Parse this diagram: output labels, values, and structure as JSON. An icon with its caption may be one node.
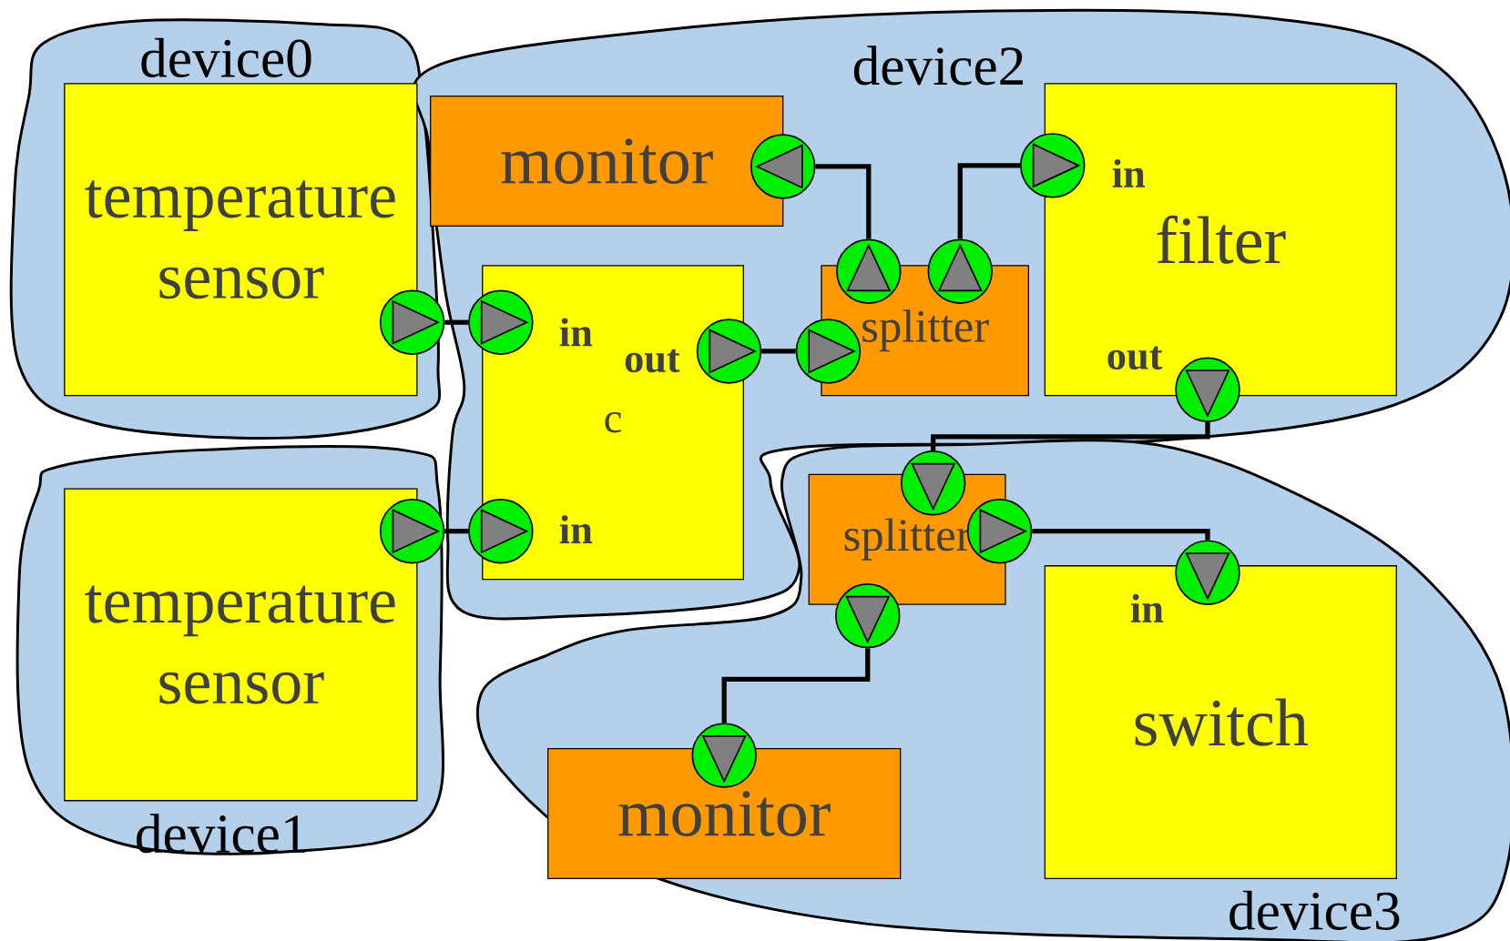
{
  "diagram": {
    "nodes": [
      {
        "text": [
          "device0"
        ]
      },
      {
        "text": [
          "temperature sensor"
        ],
        "in": 0
      },
      {
        "text": [],
        "shape": "circle",
        "in": 0
      },
      {
        "text": [
          "device2"
        ]
      },
      {
        "text": [
          "monitor"
        ],
        "in": 3
      },
      {
        "text": [],
        "shape": "circle",
        "in": 3
      },
      {
        "text": [
          "c"
        ],
        "in": 3
      },
      {
        "text": [],
        "shape": "circle",
        "in": 3
      },
      {
        "text": [],
        "shape": "circle",
        "in": 3
      },
      {
        "text": [],
        "shape": "circle",
        "in": 3
      },
      {
        "text": [
          "splitter"
        ],
        "in": 3
      },
      {
        "text": [],
        "shape": "circle",
        "in": 3
      },
      {
        "text": [],
        "shape": "circle",
        "in": 3
      },
      {
        "text": [],
        "shape": "circle",
        "in": 3
      },
      {
        "text": [
          "filter"
        ],
        "in": 3
      },
      {
        "text": [],
        "shape": "circle",
        "in": 3
      },
      {
        "text": [],
        "shape": "circle",
        "in": 3
      },
      {
        "text": [
          "device1"
        ]
      },
      {
        "text": [
          "temperature sensor"
        ],
        "in": 17
      },
      {
        "text": [],
        "shape": "circle",
        "in": 17
      },
      {
        "text": [
          "device3"
        ]
      },
      {
        "text": [
          "splitter"
        ],
        "in": 20
      },
      {
        "text": [],
        "shape": "circle",
        "in": 20
      },
      {
        "text": [],
        "shape": "circle",
        "in": 20
      },
      {
        "text": [],
        "shape": "circle",
        "in": 20
      },
      {
        "text": [
          "switch"
        ],
        "in": 20
      },
      {
        "text": [],
        "shape": "circle",
        "in": 20
      },
      {
        "text": [
          "monitor"
        ],
        "in": 20
      },
      {
        "text": [],
        "shape": "circle",
        "in": 20
      }
    ],
    "edges": [
      {
        "from": 2,
        "to": 7,
        "arrow": "none"
      },
      {
        "from": 19,
        "to": 9,
        "arrow": "none"
      },
      {
        "from": 8,
        "to": 13,
        "arrow": "none"
      },
      {
        "from": 11,
        "to": 5,
        "arrow": "none"
      },
      {
        "from": 12,
        "to": 15,
        "arrow": "none"
      },
      {
        "from": 16,
        "to": 22,
        "arrow": "none"
      },
      {
        "from": 23,
        "to": 26,
        "arrow": "none"
      },
      {
        "from": 24,
        "to": 28,
        "arrow": "none"
      }
    ],
    "labels": [
      "in",
      "in",
      "out",
      "in",
      "out",
      "in"
    ]
  }
}
